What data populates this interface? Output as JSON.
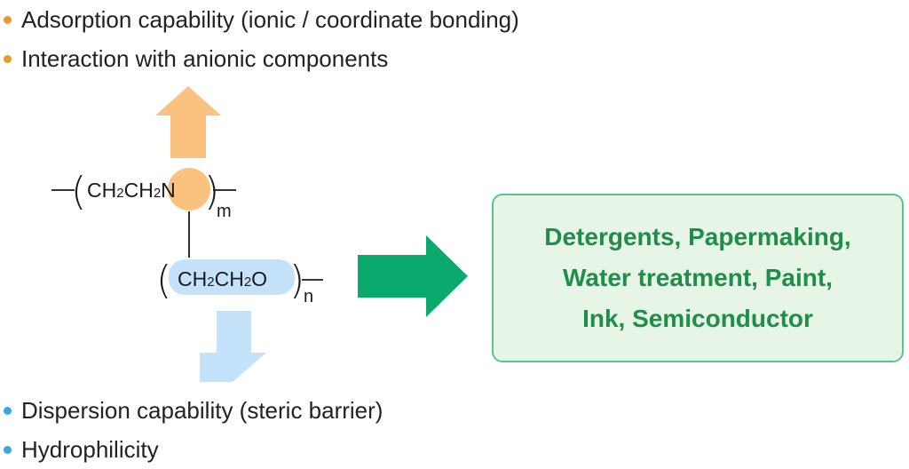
{
  "top_bullets": {
    "color": "#e89a2c",
    "items": [
      "Adsorption capability (ionic / coordinate bonding)",
      "Interaction with anionic components"
    ]
  },
  "bottom_bullets": {
    "color": "#35a8dc",
    "items": [
      "Dispersion capability (steric barrier)",
      "Hydrophilicity"
    ]
  },
  "polymer": {
    "backbone": {
      "ch2_a": "CH",
      "sub_a": "2",
      "ch2_b": "CH",
      "sub_b": "2",
      "atom": "N",
      "repeat": "m"
    },
    "side_chain": {
      "ch2_a": "CH",
      "sub_a": "2",
      "ch2_b": "CH",
      "sub_b": "2",
      "atom": "O",
      "repeat": "n"
    },
    "nitrogen_highlight_color": "#fbc17e",
    "side_chain_highlight_color": "#c4e3fb"
  },
  "arrows": {
    "up_color": "#fbc17e",
    "down_color": "#c4e3fb",
    "right_color": "#0aaa6e"
  },
  "applications": {
    "text_color": "#1e8e4a",
    "lines": [
      "Detergents, Papermaking,",
      "Water treatment, Paint,",
      "Ink, Semiconductor"
    ]
  }
}
